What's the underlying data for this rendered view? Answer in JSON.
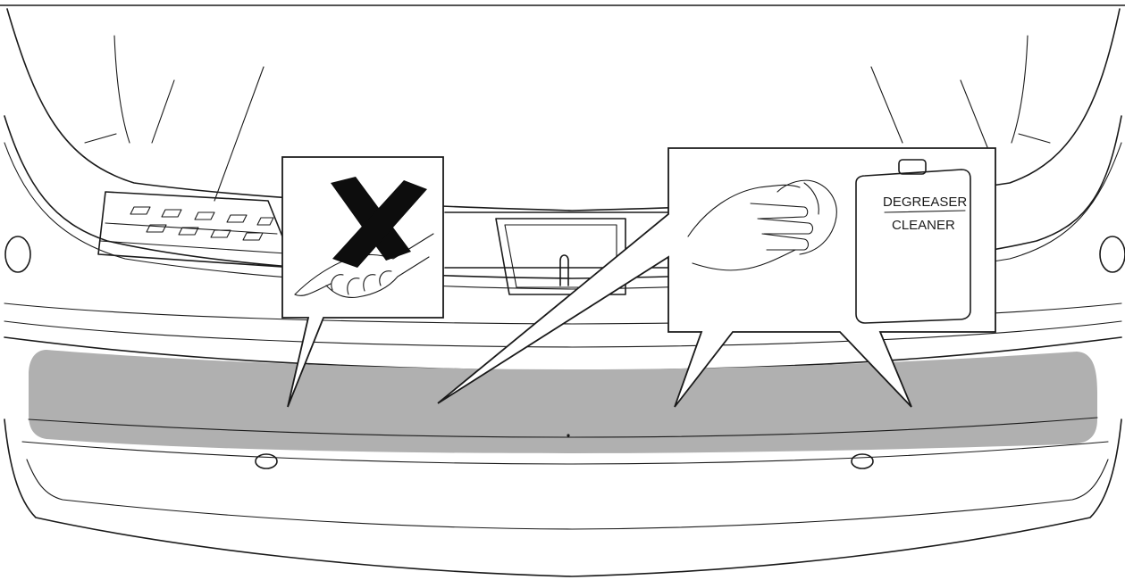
{
  "diagram": {
    "colors": {
      "line": "#1a1a1a",
      "highlight_band": "#b0b0b0",
      "background": "#ffffff"
    },
    "panels": [
      {
        "id": "panel-no-touch",
        "meaning": "do-not-touch-with-bare-hand",
        "icon": "cross-mark-icon"
      },
      {
        "id": "panel-wipe-clean",
        "meaning": "wipe-area-with-cloth",
        "icon": "wiping-hand-icon"
      }
    ],
    "can_label_line1": "DEGREASER",
    "can_label_line2": "CLEANER"
  }
}
